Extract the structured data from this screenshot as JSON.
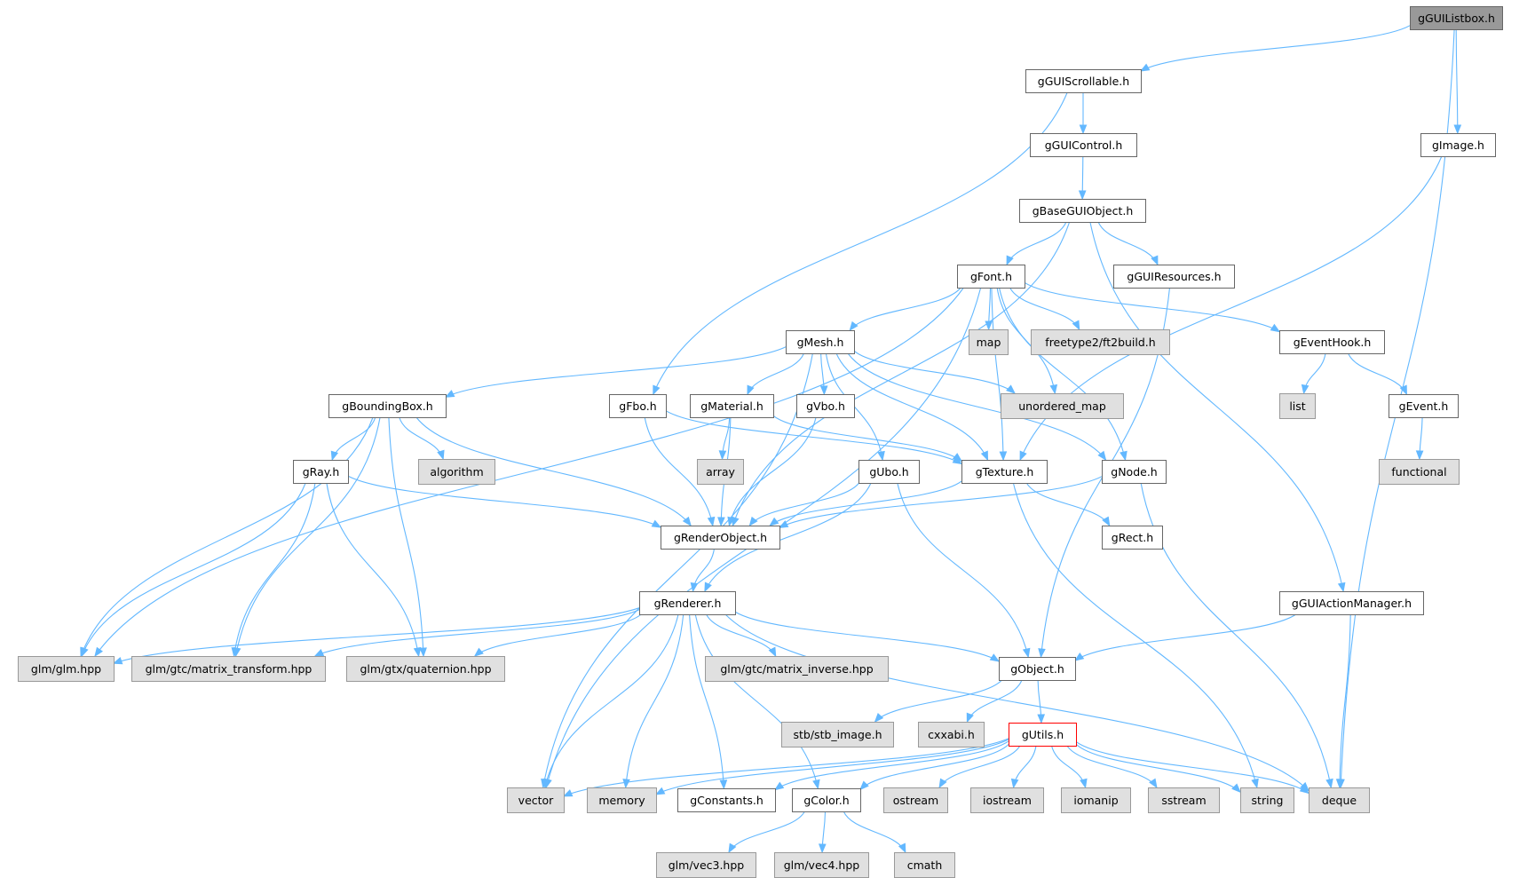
{
  "diagram": {
    "nodes": [
      {
        "id": "gGUIListbox",
        "label": "gGUIListbox.h",
        "kind": "root"
      },
      {
        "id": "gGUIScrollable",
        "label": "gGUIScrollable.h",
        "kind": "local"
      },
      {
        "id": "gImage",
        "label": "gImage.h",
        "kind": "local"
      },
      {
        "id": "gGUIControl",
        "label": "gGUIControl.h",
        "kind": "local"
      },
      {
        "id": "gBaseGUIObject",
        "label": "gBaseGUIObject.h",
        "kind": "local"
      },
      {
        "id": "gFont",
        "label": "gFont.h",
        "kind": "local"
      },
      {
        "id": "gGUIResources",
        "label": "gGUIResources.h",
        "kind": "local"
      },
      {
        "id": "gMesh",
        "label": "gMesh.h",
        "kind": "local"
      },
      {
        "id": "map",
        "label": "map",
        "kind": "system"
      },
      {
        "id": "freetype",
        "label": "freetype2/ft2build.h",
        "kind": "system"
      },
      {
        "id": "gEventHook",
        "label": "gEventHook.h",
        "kind": "local"
      },
      {
        "id": "gBoundingBox",
        "label": "gBoundingBox.h",
        "kind": "local"
      },
      {
        "id": "gFbo",
        "label": "gFbo.h",
        "kind": "local"
      },
      {
        "id": "gMaterial",
        "label": "gMaterial.h",
        "kind": "local"
      },
      {
        "id": "gVbo",
        "label": "gVbo.h",
        "kind": "local"
      },
      {
        "id": "unordered_map",
        "label": "unordered_map",
        "kind": "system"
      },
      {
        "id": "list",
        "label": "list",
        "kind": "system"
      },
      {
        "id": "gEvent",
        "label": "gEvent.h",
        "kind": "local"
      },
      {
        "id": "gRay",
        "label": "gRay.h",
        "kind": "local"
      },
      {
        "id": "algorithm",
        "label": "algorithm",
        "kind": "system"
      },
      {
        "id": "array",
        "label": "array",
        "kind": "system"
      },
      {
        "id": "gUbo",
        "label": "gUbo.h",
        "kind": "local"
      },
      {
        "id": "gTexture",
        "label": "gTexture.h",
        "kind": "local"
      },
      {
        "id": "gNode",
        "label": "gNode.h",
        "kind": "local"
      },
      {
        "id": "functional",
        "label": "functional",
        "kind": "system"
      },
      {
        "id": "gRenderObject",
        "label": "gRenderObject.h",
        "kind": "local"
      },
      {
        "id": "gRect",
        "label": "gRect.h",
        "kind": "local"
      },
      {
        "id": "gRenderer",
        "label": "gRenderer.h",
        "kind": "local"
      },
      {
        "id": "gGUIActionManager",
        "label": "gGUIActionManager.h",
        "kind": "local"
      },
      {
        "id": "glm_glm",
        "label": "glm/glm.hpp",
        "kind": "system"
      },
      {
        "id": "glm_mt",
        "label": "glm/gtc/matrix_transform.hpp",
        "kind": "system"
      },
      {
        "id": "glm_quat",
        "label": "glm/gtx/quaternion.hpp",
        "kind": "system"
      },
      {
        "id": "glm_mi",
        "label": "glm/gtc/matrix_inverse.hpp",
        "kind": "system"
      },
      {
        "id": "gObject",
        "label": "gObject.h",
        "kind": "local"
      },
      {
        "id": "stb",
        "label": "stb/stb_image.h",
        "kind": "system"
      },
      {
        "id": "cxxabi",
        "label": "cxxabi.h",
        "kind": "system"
      },
      {
        "id": "gUtils",
        "label": "gUtils.h",
        "kind": "highlight"
      },
      {
        "id": "vector",
        "label": "vector",
        "kind": "system"
      },
      {
        "id": "memory",
        "label": "memory",
        "kind": "system"
      },
      {
        "id": "gConstants",
        "label": "gConstants.h",
        "kind": "local"
      },
      {
        "id": "gColor",
        "label": "gColor.h",
        "kind": "local"
      },
      {
        "id": "ostream",
        "label": "ostream",
        "kind": "system"
      },
      {
        "id": "iostream",
        "label": "iostream",
        "kind": "system"
      },
      {
        "id": "iomanip",
        "label": "iomanip",
        "kind": "system"
      },
      {
        "id": "sstream",
        "label": "sstream",
        "kind": "system"
      },
      {
        "id": "string",
        "label": "string",
        "kind": "system"
      },
      {
        "id": "deque",
        "label": "deque",
        "kind": "system"
      },
      {
        "id": "glm_vec3",
        "label": "glm/vec3.hpp",
        "kind": "system"
      },
      {
        "id": "glm_vec4",
        "label": "glm/vec4.hpp",
        "kind": "system"
      },
      {
        "id": "cmath",
        "label": "cmath",
        "kind": "system"
      }
    ],
    "edges": [
      [
        "gGUIListbox",
        "gGUIScrollable"
      ],
      [
        "gGUIListbox",
        "gImage"
      ],
      [
        "gGUIListbox",
        "deque"
      ],
      [
        "gGUIScrollable",
        "gGUIControl"
      ],
      [
        "gGUIScrollable",
        "gFbo"
      ],
      [
        "gGUIControl",
        "gBaseGUIObject"
      ],
      [
        "gImage",
        "gTexture"
      ],
      [
        "gBaseGUIObject",
        "gFont"
      ],
      [
        "gBaseGUIObject",
        "gGUIResources"
      ],
      [
        "gBaseGUIObject",
        "gRenderObject"
      ],
      [
        "gBaseGUIObject",
        "gGUIActionManager"
      ],
      [
        "gFont",
        "gMesh"
      ],
      [
        "gFont",
        "map"
      ],
      [
        "gFont",
        "freetype"
      ],
      [
        "gFont",
        "gEventHook"
      ],
      [
        "gFont",
        "unordered_map"
      ],
      [
        "gFont",
        "gTexture"
      ],
      [
        "gFont",
        "gNode"
      ],
      [
        "gFont",
        "vector"
      ],
      [
        "gFont",
        "glm_glm"
      ],
      [
        "gGUIResources",
        "gObject"
      ],
      [
        "gEventHook",
        "list"
      ],
      [
        "gEventHook",
        "gEvent"
      ],
      [
        "gEvent",
        "functional"
      ],
      [
        "gMesh",
        "gBoundingBox"
      ],
      [
        "gMesh",
        "gMaterial"
      ],
      [
        "gMesh",
        "gVbo"
      ],
      [
        "gMesh",
        "unordered_map"
      ],
      [
        "gMesh",
        "gUbo"
      ],
      [
        "gMesh",
        "gTexture"
      ],
      [
        "gMesh",
        "gNode"
      ],
      [
        "gMesh",
        "vector"
      ],
      [
        "gBoundingBox",
        "gRay"
      ],
      [
        "gBoundingBox",
        "algorithm"
      ],
      [
        "gBoundingBox",
        "gRenderObject"
      ],
      [
        "gBoundingBox",
        "glm_glm"
      ],
      [
        "gBoundingBox",
        "glm_mt"
      ],
      [
        "gBoundingBox",
        "glm_quat"
      ],
      [
        "gFbo",
        "gTexture"
      ],
      [
        "gFbo",
        "gRenderObject"
      ],
      [
        "gMaterial",
        "array"
      ],
      [
        "gMaterial",
        "gRenderObject"
      ],
      [
        "gMaterial",
        "gTexture"
      ],
      [
        "gVbo",
        "gRenderObject"
      ],
      [
        "gRay",
        "gRenderObject"
      ],
      [
        "gRay",
        "glm_glm"
      ],
      [
        "gRay",
        "glm_mt"
      ],
      [
        "gRay",
        "glm_quat"
      ],
      [
        "gUbo",
        "gRenderObject"
      ],
      [
        "gUbo",
        "gRenderer"
      ],
      [
        "gUbo",
        "gObject"
      ],
      [
        "gTexture",
        "gRenderObject"
      ],
      [
        "gTexture",
        "gRect"
      ],
      [
        "gTexture",
        "string"
      ],
      [
        "gNode",
        "gRenderObject"
      ],
      [
        "gNode",
        "deque"
      ],
      [
        "gRenderObject",
        "gRenderer"
      ],
      [
        "gRenderer",
        "glm_glm"
      ],
      [
        "gRenderer",
        "glm_mt"
      ],
      [
        "gRenderer",
        "glm_quat"
      ],
      [
        "gRenderer",
        "glm_mi"
      ],
      [
        "gRenderer",
        "gObject"
      ],
      [
        "gRenderer",
        "vector"
      ],
      [
        "gRenderer",
        "memory"
      ],
      [
        "gRenderer",
        "gConstants"
      ],
      [
        "gRenderer",
        "gColor"
      ],
      [
        "gRenderer",
        "deque"
      ],
      [
        "gGUIActionManager",
        "gObject"
      ],
      [
        "gGUIActionManager",
        "deque"
      ],
      [
        "gObject",
        "stb"
      ],
      [
        "gObject",
        "cxxabi"
      ],
      [
        "gObject",
        "gUtils"
      ],
      [
        "gUtils",
        "vector"
      ],
      [
        "gUtils",
        "memory"
      ],
      [
        "gUtils",
        "gConstants"
      ],
      [
        "gUtils",
        "gColor"
      ],
      [
        "gUtils",
        "ostream"
      ],
      [
        "gUtils",
        "iostream"
      ],
      [
        "gUtils",
        "iomanip"
      ],
      [
        "gUtils",
        "sstream"
      ],
      [
        "gUtils",
        "string"
      ],
      [
        "gUtils",
        "deque"
      ],
      [
        "gColor",
        "glm_vec3"
      ],
      [
        "gColor",
        "glm_vec4"
      ],
      [
        "gColor",
        "cmath"
      ]
    ],
    "colors": {
      "edge": "#63b8ff",
      "local_fill": "#ffffff",
      "system_fill": "#e0e0e0",
      "root_fill": "#999999",
      "highlight_border": "#ff0000"
    }
  }
}
